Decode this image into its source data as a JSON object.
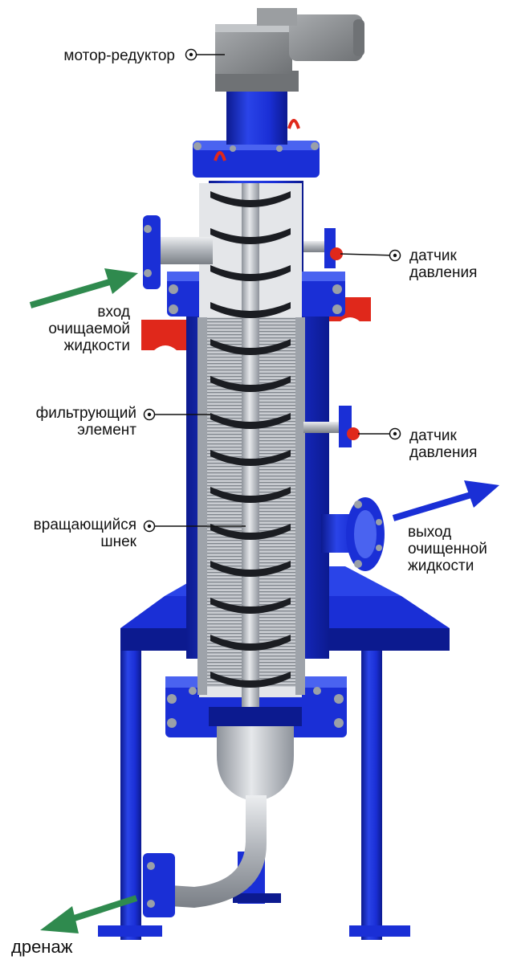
{
  "colors": {
    "body_blue": "#1a2fd6",
    "body_blue_dark": "#0c1a8f",
    "body_blue_light": "#4a63f0",
    "steel": "#b9bdc4",
    "steel_dark": "#7d828a",
    "motor_gray": "#8a8d90",
    "bracket_red": "#e0281b",
    "arrow_green": "#2f8a4e",
    "arrow_blue": "#1a2fd6",
    "leader": "#111111"
  },
  "labels": {
    "motor": "мотор-редуктор",
    "sensor_top": [
      "датчик",
      "давления"
    ],
    "inlet": [
      "вход",
      "очищаемой",
      "жидкости"
    ],
    "filter": [
      "фильтрующий",
      "элемент"
    ],
    "sensor_mid": [
      "датчик",
      "давления"
    ],
    "screw": [
      "вращающийся",
      "шнек"
    ],
    "outlet": [
      "выход",
      "очищенной",
      "жидкости"
    ],
    "drain": "дренаж"
  }
}
